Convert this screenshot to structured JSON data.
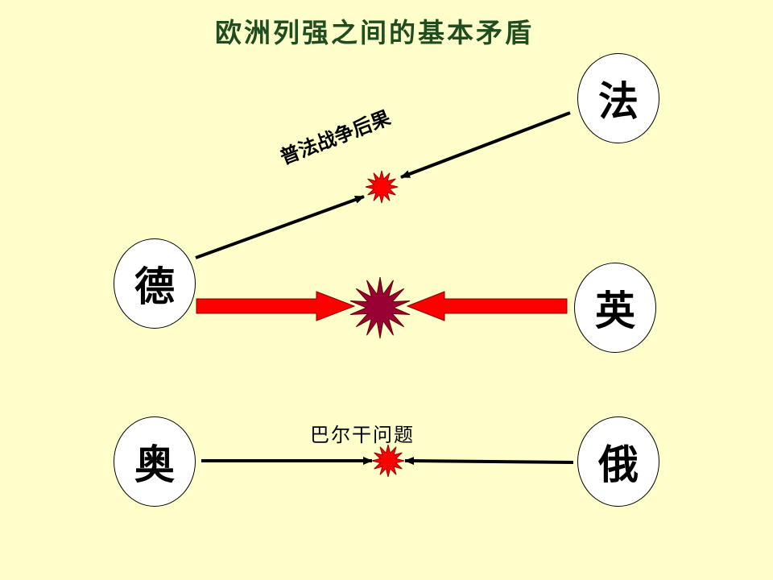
{
  "title": "欧洲列强之间的基本矛盾",
  "nodes": {
    "france": "法",
    "germany": "德",
    "britain": "英",
    "austria": "奥",
    "russia": "俄"
  },
  "labels": {
    "franco_prussian": "普法战争后果",
    "balkan": "巴尔干问题"
  },
  "colors": {
    "background": "#ffffcc",
    "title": "#1f4d1f",
    "red_arrow": "#ff0000",
    "burst_large": "#990033",
    "burst_small": "#ff0000"
  }
}
